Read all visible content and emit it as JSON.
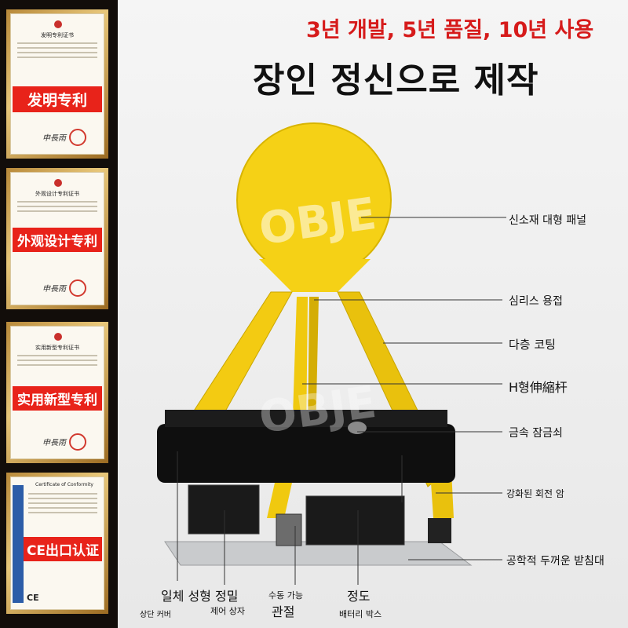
{
  "headline": {
    "top": "3년 개발, 5년 품질, 10년 사용",
    "main": "장인 정신으로 제작"
  },
  "certificates": [
    {
      "title": "发明专利证书",
      "banner": "发明专利"
    },
    {
      "title": "外观设计专利证书",
      "banner": "外观设计专利"
    },
    {
      "title": "实用新型专利证书",
      "banner": "实用新型专利"
    },
    {
      "title": "Certificate of Conformity",
      "banner": "CE出口认证",
      "mark": "CE"
    }
  ],
  "watermark": "OBJE",
  "callouts": {
    "panel": "신소재 대형 패널",
    "weld": "심리스 용접",
    "coating": "다층 코팅",
    "rod": "H형伸縮杆",
    "lock": "금속 잠금쇠",
    "arm": "강화된 회전 암",
    "base": "공학적 두꺼운 받침대"
  },
  "bottom_labels": {
    "cover_big": "일체 성형 정밀",
    "cover_small": "상단 커버",
    "control_small": "제어 상자",
    "manual_small": "수동 가능",
    "manual_big": "관절",
    "battery_big": "정도",
    "battery_small": "배터리 박스"
  },
  "colors": {
    "accent_red": "#d61b1b",
    "product_yellow": "#f5d116",
    "banner_red": "#e8231a"
  }
}
